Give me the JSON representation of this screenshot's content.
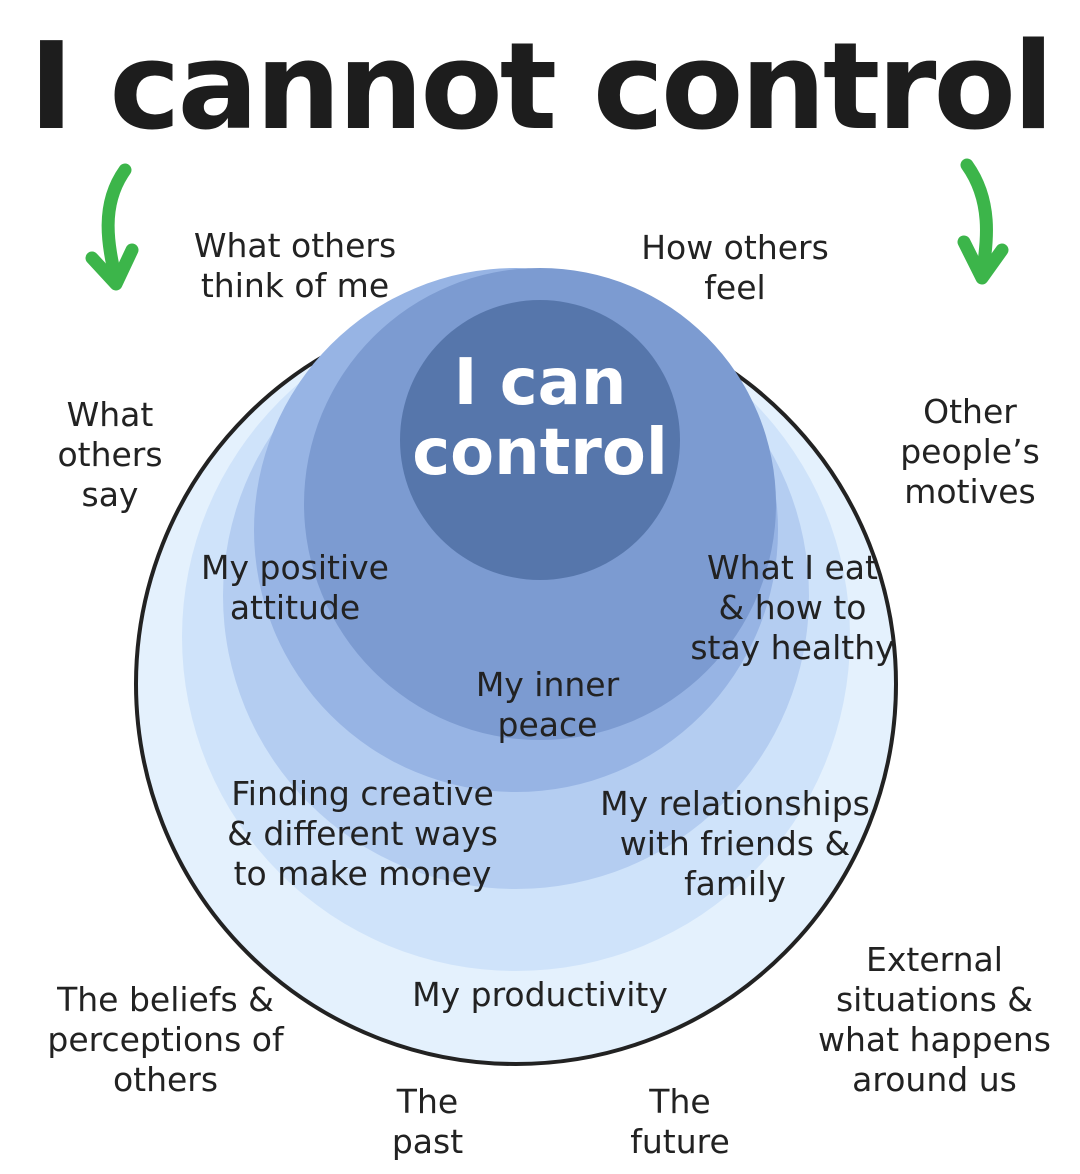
{
  "title": "I cannot control",
  "center": "I can\ncontrol",
  "inner_items": {
    "positive_attitude": "My positive\nattitude",
    "eat_healthy": "What I eat\n& how to\nstay healthy",
    "inner_peace": "My inner\npeace",
    "creative_money": "Finding creative\n& different ways\nto make money",
    "relationships": "My relationships\nwith friends &\nfamily",
    "productivity": "My productivity"
  },
  "outer_items": {
    "others_think": "What others\nthink of me",
    "others_feel": "How others\nfeel",
    "others_say": "What\nothers\nsay",
    "others_motives": "Other\npeople’s\nmotives",
    "beliefs": "The beliefs &\nperceptions of\nothers",
    "external": "External\nsituations &\nwhat happens\naround us",
    "past": "The\npast",
    "future": "The\nfuture"
  },
  "icons": {
    "left_arrow": "curved-arrow-down-icon",
    "right_arrow": "curved-arrow-down-icon"
  },
  "colors": {
    "arrow": "#3cb54a",
    "circle_outline": "#222222",
    "ring_outer": "#e4f1fd",
    "ring_2": "#cfe3fa",
    "ring_3": "#b4cdf1",
    "ring_4": "#97b4e4",
    "ring_5": "#7c9bd1",
    "ring_core": "#5676ab"
  }
}
